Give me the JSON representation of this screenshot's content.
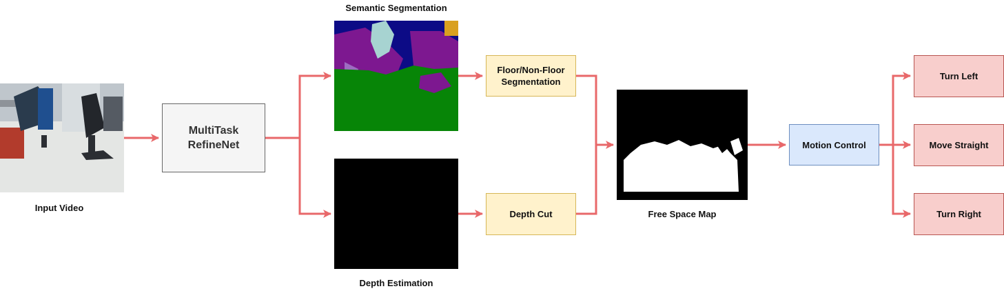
{
  "nodes": {
    "input_video": "Input Video",
    "refinenet": "MultiTask RefineNet",
    "semantic_segmentation": "Semantic Segmentation",
    "depth_estimation": "Depth Estimation",
    "floor_segmentation": "Floor/Non-Floor Segmentation",
    "depth_cut": "Depth Cut",
    "free_space_map": "Free Space Map",
    "motion_control": "Motion Control",
    "turn_left": "Turn Left",
    "move_straight": "Move Straight",
    "turn_right": "Turn Right"
  },
  "colors": {
    "arrow": "#e8686a",
    "process_fill": "#f5f5f5",
    "yellow_fill": "#fff2cc",
    "blue_fill": "#dae8fc",
    "red_fill": "#f8cecc",
    "seg_floor": "#078507",
    "seg_navy": "#0c0b86",
    "seg_purple": "#7d1890",
    "seg_cyan": "#a7d3d1"
  },
  "edges": [
    {
      "from": "input_video",
      "to": "refinenet"
    },
    {
      "from": "refinenet",
      "to": "semantic_segmentation"
    },
    {
      "from": "refinenet",
      "to": "depth_estimation"
    },
    {
      "from": "semantic_segmentation",
      "to": "floor_segmentation"
    },
    {
      "from": "depth_estimation",
      "to": "depth_cut"
    },
    {
      "from": "floor_segmentation",
      "to": "free_space_map"
    },
    {
      "from": "depth_cut",
      "to": "free_space_map"
    },
    {
      "from": "free_space_map",
      "to": "motion_control"
    },
    {
      "from": "motion_control",
      "to": "turn_left"
    },
    {
      "from": "motion_control",
      "to": "move_straight"
    },
    {
      "from": "motion_control",
      "to": "turn_right"
    }
  ]
}
